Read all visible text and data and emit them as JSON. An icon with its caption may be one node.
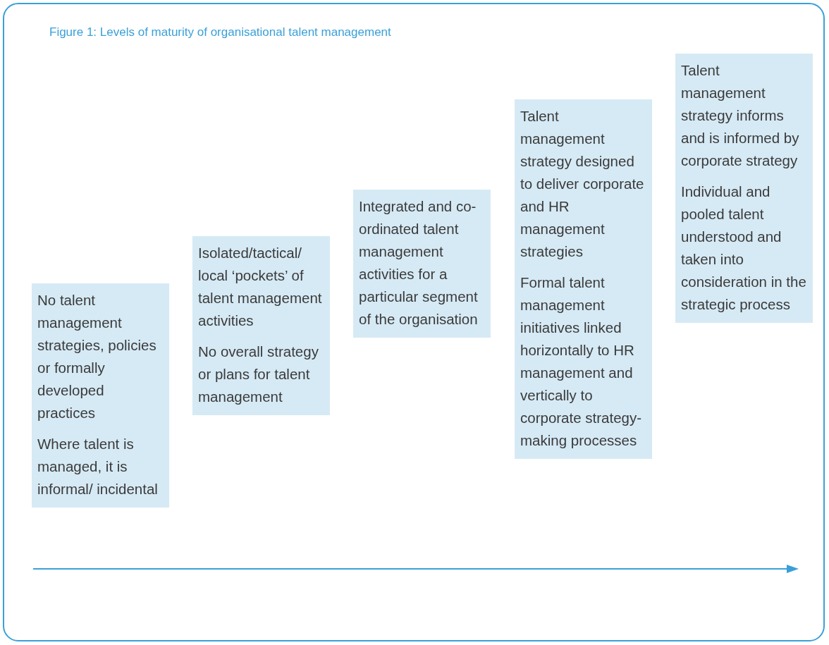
{
  "diagram": {
    "title": "Figure 1: Levels of maturity of organisational talent management",
    "nodes": [
      {
        "text": [
          "No talent management strategies, policies or formally developed practices",
          "Where talent is managed, it is informal/ incidental"
        ]
      },
      {
        "text": [
          "Isolated/tactical/ local ‘pockets’ of talent management activities",
          "No overall strategy or plans for talent management"
        ]
      },
      {
        "text": [
          "Integrated and co-ordinated talent management activities for a particular segment of the organisation"
        ]
      },
      {
        "text": [
          "Talent management strategy designed to deliver corporate and HR management strategies",
          "Formal talent management initiatives linked horizontally to HR management and vertically to corporate strategy-making processes"
        ]
      },
      {
        "text": [
          "Talent management strategy informs and is informed by corporate strategy",
          "Individual and pooled talent understood and taken into consideration in the strategic process"
        ]
      }
    ]
  }
}
